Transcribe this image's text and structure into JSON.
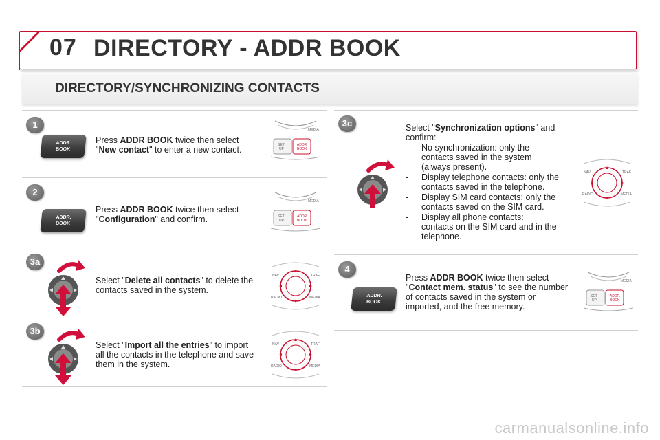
{
  "header": {
    "chapter": "07",
    "title": "DIRECTORY - ADDR BOOK"
  },
  "section": {
    "title": "DIRECTORY/SYNCHRONIZING CONTACTS"
  },
  "button_labels": {
    "addr_line1": "ADDR.",
    "addr_line2": "BOOK"
  },
  "panel_labels": {
    "media": "MEDIA",
    "setup_line1": "SET",
    "setup_line2": "UP",
    "nav": "NAV",
    "traf": "TRAF",
    "radio": "RADIO"
  },
  "steps": {
    "s1": {
      "badge": "1",
      "pre": "Press ",
      "key": "ADDR BOOK",
      "mid": " twice then select \"",
      "item": "New contact",
      "post": "\" to enter a new contact."
    },
    "s2": {
      "badge": "2",
      "pre": "Press ",
      "key": "ADDR BOOK",
      "mid": " twice then select \"",
      "item": "Configuration",
      "post": "\" and confirm."
    },
    "s3a": {
      "badge": "3a",
      "pre": "Select \"",
      "item": "Delete all contacts",
      "post": "\" to delete the contacts saved in the system."
    },
    "s3b": {
      "badge": "3b",
      "pre": "Select \"",
      "item": "Import all the entries",
      "post": "\" to import all the contacts in the telephone and save them in the system."
    },
    "s3c": {
      "badge": "3c",
      "pre": "Select \"",
      "item": "Synchronization options",
      "post": "\" and confirm:",
      "options": [
        {
          "dash": "-",
          "line1": "No synchronization: only the",
          "line2": "contacts saved in the system",
          "line3": "(always present)."
        },
        {
          "dash": "-",
          "line1": "Display telephone contacts: only the",
          "line2": "contacts saved in the telephone.",
          "line3": ""
        },
        {
          "dash": "-",
          "line1": "Display SIM card contacts: only the",
          "line2": "contacts saved on the SIM card.",
          "line3": ""
        },
        {
          "dash": "-",
          "line1": "Display all phone contacts:",
          "line2": "contacts on the SIM card and in the",
          "line3": "telephone."
        }
      ]
    },
    "s4": {
      "badge": "4",
      "pre": "Press ",
      "key": "ADDR BOOK",
      "mid": " twice then select \"",
      "item": "Contact mem. status",
      "post": "\" to see the number of contacts saved in the system or imported, and the free memory."
    }
  },
  "watermark": "carmanualsonline.info",
  "colors": {
    "accent": "#c8102e",
    "arrow": "#d0103a",
    "text": "#222222"
  }
}
